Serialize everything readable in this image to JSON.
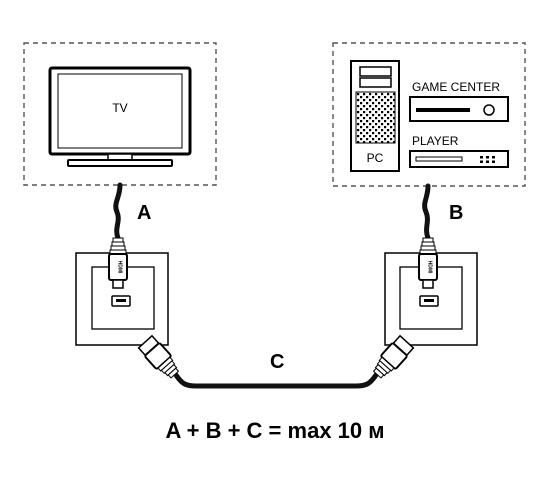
{
  "devices": {
    "tv_label": "TV",
    "pc_label": "PC",
    "game_center_label": "GAME CENTER",
    "player_label": "PLAYER"
  },
  "cables": {
    "a_label": "A",
    "b_label": "B",
    "c_label": "C"
  },
  "connector_text": "HDMI",
  "formula": "A + B + C = max 10 м"
}
